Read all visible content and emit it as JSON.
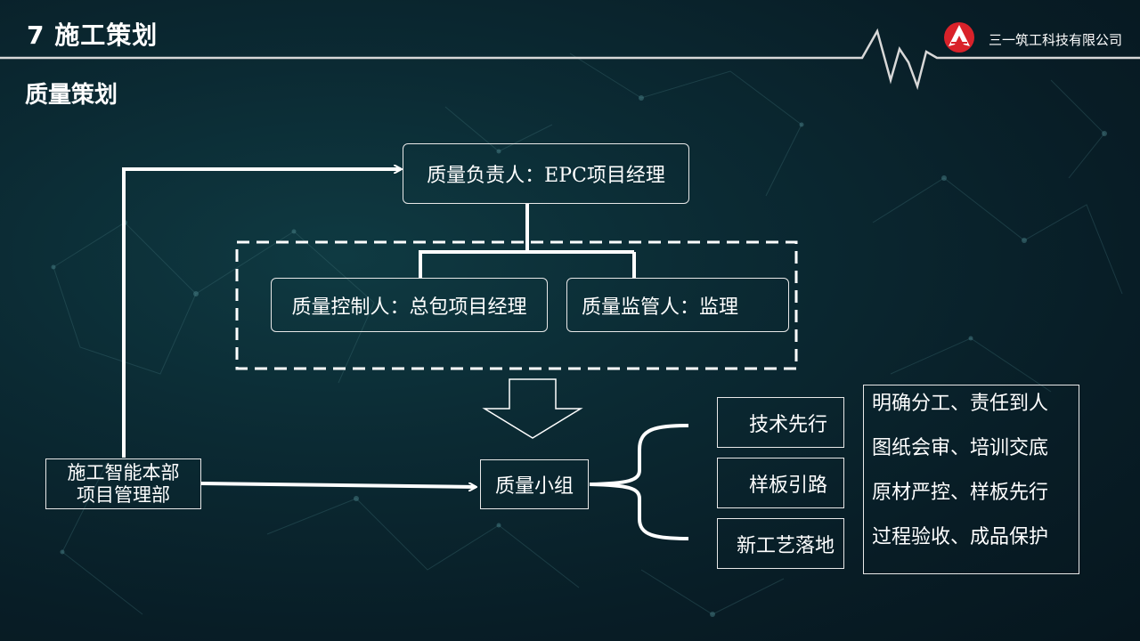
{
  "header": {
    "title": "7 施工策划",
    "subtitle": "质量策划",
    "company": "三一筑工科技有限公司",
    "logo_icon": "sany-logo-icon"
  },
  "diagram": {
    "top_box": "质量负责人：EPC项目经理",
    "control_box": "质量控制人：总包项目经理",
    "supervise_box": "质量监管人：监理",
    "group_box": "质量小组",
    "dept_box": {
      "line1": "施工智能本部",
      "line2": "项目管理部"
    },
    "branches": [
      "技术先行",
      "样板引路",
      "新工艺落地"
    ],
    "measures": [
      "明确分工、责任到人",
      "图纸会审、培训交底",
      "原材严控、样板先行",
      "过程验收、成品保护"
    ]
  },
  "colors": {
    "background": "#0b2a33",
    "line": "#ffffff",
    "logo_red": "#d9222a"
  }
}
